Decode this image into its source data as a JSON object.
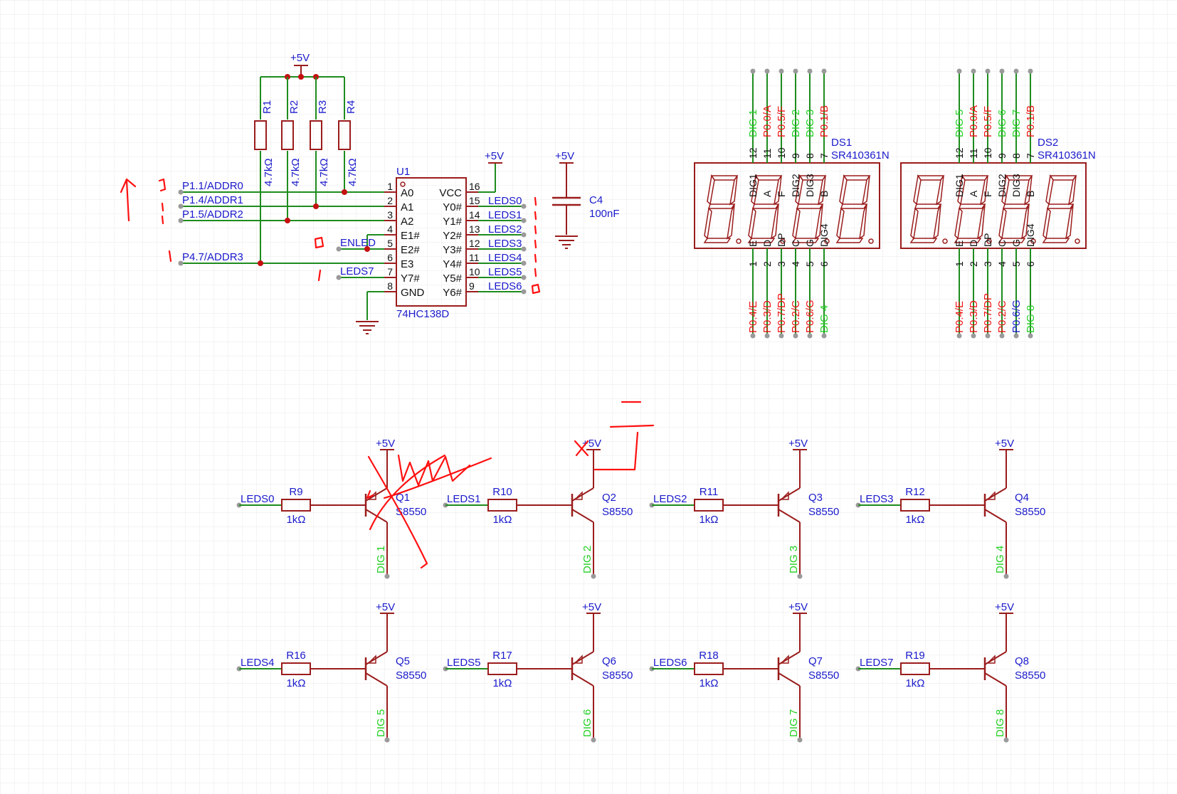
{
  "colors": {
    "wire": "#1e8c1e",
    "component": "#9b1c1c",
    "blue_text": "#1a1acb",
    "green_text": "#22d022",
    "red_text": "#ee1111",
    "junction": "#c41010",
    "pin_end": "#9a9a9a",
    "grid": "#e6e6e6",
    "annotation": "#ff1010"
  },
  "power_label": "+5V",
  "u1": {
    "ref": "U1",
    "part": "74HC138D",
    "left_pins": [
      {
        "num": "1",
        "name": "A0"
      },
      {
        "num": "2",
        "name": "A1"
      },
      {
        "num": "3",
        "name": "A2"
      },
      {
        "num": "4",
        "name": "E1#"
      },
      {
        "num": "5",
        "name": "E2#"
      },
      {
        "num": "6",
        "name": "E3"
      },
      {
        "num": "7",
        "name": "Y7#"
      },
      {
        "num": "8",
        "name": "GND"
      }
    ],
    "right_pins": [
      {
        "num": "16",
        "name": "VCC"
      },
      {
        "num": "15",
        "name": "Y0#"
      },
      {
        "num": "14",
        "name": "Y1#"
      },
      {
        "num": "13",
        "name": "Y2#"
      },
      {
        "num": "12",
        "name": "Y3#"
      },
      {
        "num": "11",
        "name": "Y4#"
      },
      {
        "num": "10",
        "name": "Y5#"
      },
      {
        "num": "9",
        "name": "Y6#"
      }
    ],
    "input_nets": [
      "P1.1/ADDR0",
      "P1.4/ADDR1",
      "P1.5/ADDR2",
      "P4.7/ADDR3"
    ],
    "enable_net": "ENLED",
    "y7_net": "LEDS7",
    "output_nets": [
      "LEDS0",
      "LEDS1",
      "LEDS2",
      "LEDS3",
      "LEDS4",
      "LEDS5",
      "LEDS6"
    ]
  },
  "pullups": [
    {
      "ref": "R1",
      "value": "4.7kΩ"
    },
    {
      "ref": "R2",
      "value": "4.7kΩ"
    },
    {
      "ref": "R3",
      "value": "4.7kΩ"
    },
    {
      "ref": "R4",
      "value": "4.7kΩ"
    }
  ],
  "capacitor": {
    "ref": "C4",
    "value": "100nF"
  },
  "displays": [
    {
      "ref": "DS1",
      "part": "SR410361N",
      "top_pins": [
        "12",
        "11",
        "10",
        "9",
        "8",
        "7"
      ],
      "top_names": [
        "DIG1",
        "A",
        "F",
        "DIG2",
        "DIG3",
        "B"
      ],
      "top_nets": [
        "DIG 1",
        "P0.0/A",
        "P0.5/F",
        "DIG 2",
        "DIG 3",
        "P0.1/B"
      ],
      "top_net_colors": [
        "green",
        "red",
        "red",
        "green",
        "green",
        "red"
      ],
      "bottom_pins": [
        "1",
        "2",
        "3",
        "4",
        "5",
        "6"
      ],
      "bottom_names": [
        "E",
        "D",
        "DP",
        "C",
        "G",
        "DIG4"
      ],
      "bottom_nets": [
        "P0.4/E",
        "P0.3/D",
        "P0.7/DP",
        "P0.2/C",
        "P0.6/G",
        "DIG 4"
      ],
      "bottom_net_colors": [
        "red",
        "red",
        "red",
        "red",
        "red",
        "green"
      ]
    },
    {
      "ref": "DS2",
      "part": "SR410361N",
      "top_pins": [
        "12",
        "11",
        "10",
        "9",
        "8",
        "7"
      ],
      "top_names": [
        "DIG1",
        "A",
        "F",
        "DIG2",
        "DIG3",
        "B"
      ],
      "top_nets": [
        "DIG 5",
        "P0.0/A",
        "P0.5/F",
        "DIG 6",
        "DIG 7",
        "P0.1/B"
      ],
      "top_net_colors": [
        "green",
        "red",
        "red",
        "green",
        "green",
        "red"
      ],
      "bottom_pins": [
        "1",
        "2",
        "3",
        "4",
        "5",
        "6"
      ],
      "bottom_names": [
        "E",
        "D",
        "DP",
        "C",
        "G",
        "DIG4"
      ],
      "bottom_nets": [
        "P0.4/E",
        "P0.3/D",
        "P0.7/DP",
        "P0.2/C",
        "P0.6/G",
        "DIG 8"
      ],
      "bottom_net_colors": [
        "red",
        "red",
        "red",
        "red",
        "blue",
        "green"
      ]
    }
  ],
  "drivers": [
    {
      "net": "LEDS0",
      "r_ref": "R9",
      "r_value": "1kΩ",
      "q_ref": "Q1",
      "q_part": "S8550",
      "dig": "DIG 1"
    },
    {
      "net": "LEDS1",
      "r_ref": "R10",
      "r_value": "1kΩ",
      "q_ref": "Q2",
      "q_part": "S8550",
      "dig": "DIG 2"
    },
    {
      "net": "LEDS2",
      "r_ref": "R11",
      "r_value": "1kΩ",
      "q_ref": "Q3",
      "q_part": "S8550",
      "dig": "DIG 3"
    },
    {
      "net": "LEDS3",
      "r_ref": "R12",
      "r_value": "1kΩ",
      "q_ref": "Q4",
      "q_part": "S8550",
      "dig": "DIG 4"
    },
    {
      "net": "LEDS4",
      "r_ref": "R16",
      "r_value": "1kΩ",
      "q_ref": "Q5",
      "q_part": "S8550",
      "dig": "DIG 5"
    },
    {
      "net": "LEDS5",
      "r_ref": "R17",
      "r_value": "1kΩ",
      "q_ref": "Q6",
      "q_part": "S8550",
      "dig": "DIG 6"
    },
    {
      "net": "LEDS6",
      "r_ref": "R18",
      "r_value": "1kΩ",
      "q_ref": "Q7",
      "q_part": "S8550",
      "dig": "DIG 7"
    },
    {
      "net": "LEDS7",
      "r_ref": "R19",
      "r_value": "1kΩ",
      "q_ref": "Q8",
      "q_part": "S8550",
      "dig": "DIG 8"
    }
  ]
}
